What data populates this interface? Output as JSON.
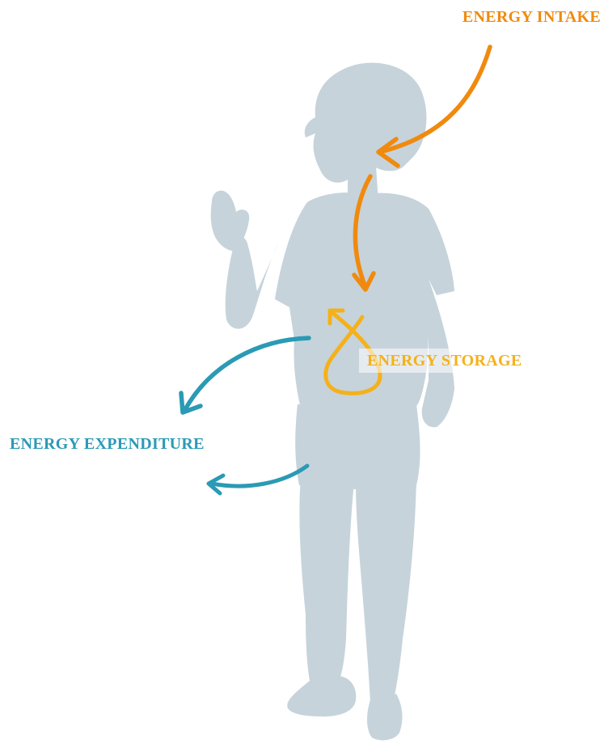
{
  "labels": {
    "intake": "ENERGY INTAKE",
    "storage": "ENERGY STORAGE",
    "expenditure": "ENERGY EXPENDITURE"
  },
  "colors": {
    "silhouette": "#c6d3db",
    "intake": "#f08a0e",
    "storage": "#f5b11a",
    "expenditure": "#2b9ab5"
  },
  "figure": {
    "silhouette_icon": "person-silhouette",
    "arrow_icons": [
      "intake-arrow-icon",
      "digestion-arrow-icon",
      "storage-loop-icon",
      "expenditure-arrow-icon"
    ]
  }
}
